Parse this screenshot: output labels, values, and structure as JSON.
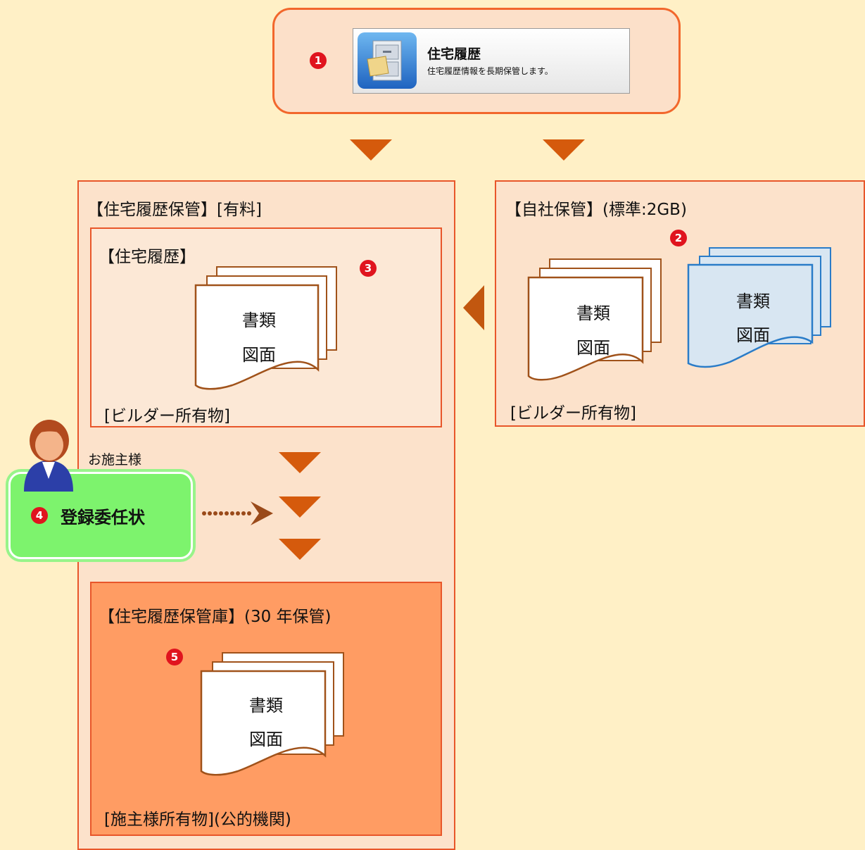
{
  "app": {
    "title": "住宅履歴",
    "subtitle": "住宅履歴情報を長期保管します。"
  },
  "badges": [
    "1",
    "2",
    "3",
    "4",
    "5"
  ],
  "left_panel": {
    "title": "【住宅履歴保管】[有料]",
    "housing_history": {
      "title": "【住宅履歴】",
      "doc_line1": "書類",
      "doc_line2": "図面",
      "owner": "[ビルダー所有物]"
    },
    "vault": {
      "title": "【住宅履歴保管庫】(30 年保管)",
      "doc_line1": "書類",
      "doc_line2": "図面",
      "owner": "[施主様所有物](公的機関)"
    }
  },
  "right_panel": {
    "title": "【自社保管】(標準:2GB)",
    "doc_a_line1": "書類",
    "doc_a_line2": "図面",
    "doc_b_line1": "書類",
    "doc_b_line2": "図面",
    "owner": "[ビルダー所有物]"
  },
  "client": {
    "label": "お施主様",
    "action": "登録委任状"
  },
  "colors": {
    "background": "#FFF0C6",
    "panel_border": "#E8562A",
    "arrow": "#D55A0C",
    "badge": "#E0141E",
    "green_box": "#7DF36D",
    "blue_doc": "#D8E6F2"
  },
  "icons": [
    "file-cabinet-icon",
    "person-icon",
    "doc-stack-icon"
  ]
}
